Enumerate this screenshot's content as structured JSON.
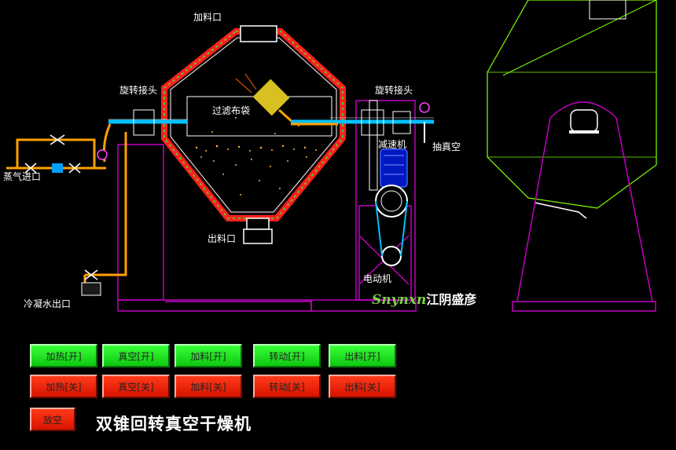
{
  "labels": {
    "feed_port": "加料口",
    "rotary_joint_left": "旋转接头",
    "rotary_joint_right": "旋转接头",
    "filter_bag": "过滤布袋",
    "reducer": "减速机",
    "vacuum_pump": "抽真空",
    "steam_inlet": "蒸气进口",
    "discharge_port": "出料口",
    "motor": "电动机",
    "condensate_outlet": "冷凝水出口"
  },
  "logo": {
    "en": "Snynxn",
    "cn": "江阴盛彦"
  },
  "buttons": {
    "heat_on": "加热[开]",
    "vacuum_on": "真空[开]",
    "feed_on": "加料[开]",
    "rotate_on": "转动[开]",
    "discharge_on": "出料[开]",
    "heat_off": "加热[关]",
    "vacuum_off": "真空[关]",
    "feed_off": "加料[关]",
    "rotate_off": "转动[关]",
    "discharge_off": "出料[关]",
    "vent": "放空"
  },
  "title": "双锥回转真空干燥机",
  "colors": {
    "frame": "#c000c0",
    "pipe": "#ffa000",
    "vessel_outline": "#ffffff",
    "vessel_jacket": "#ff2020",
    "vessel_side_view": "#80ff00",
    "button_on": "#18e018",
    "button_off": "#e01c00"
  }
}
